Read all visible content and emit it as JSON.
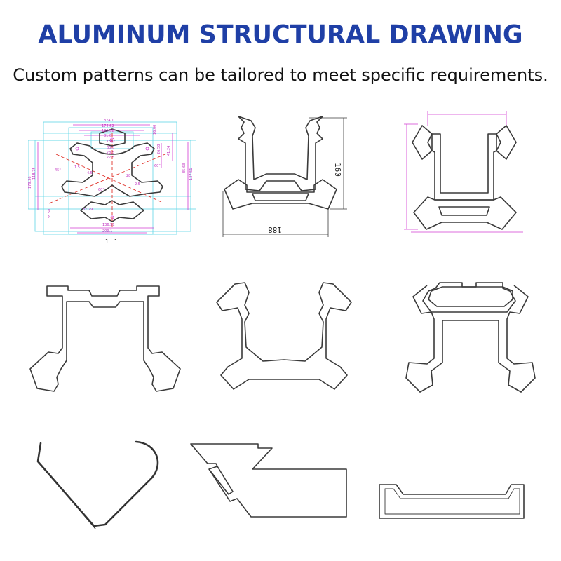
{
  "header": {
    "title": "ALUMINUM STRUCTURAL DRAWING",
    "subtitle": "Custom patterns can be tailored to meet specific requirements."
  },
  "drawing1": {
    "dims": [
      "374.1",
      "174.62",
      "136.62",
      "81.0",
      "138°",
      "80.5",
      "78.5",
      "77.5",
      "118.75",
      "179.36",
      "85.63",
      "137.51",
      "41.24",
      "26.58",
      "16.00",
      "38.58",
      "87.79",
      "136.51",
      "209.1",
      "45°",
      "60°",
      "1.5",
      "4.5",
      "28",
      "2.5",
      "60°"
    ],
    "scale": "1 : 1"
  },
  "drawing2": {
    "height_label": "160",
    "width_label": "188"
  },
  "colors": {
    "title": "#1f3fa6",
    "profile": "#3a3a3a",
    "dimension_cyan": "#5fd6e6",
    "dimension_magenta": "#d23bd2"
  }
}
